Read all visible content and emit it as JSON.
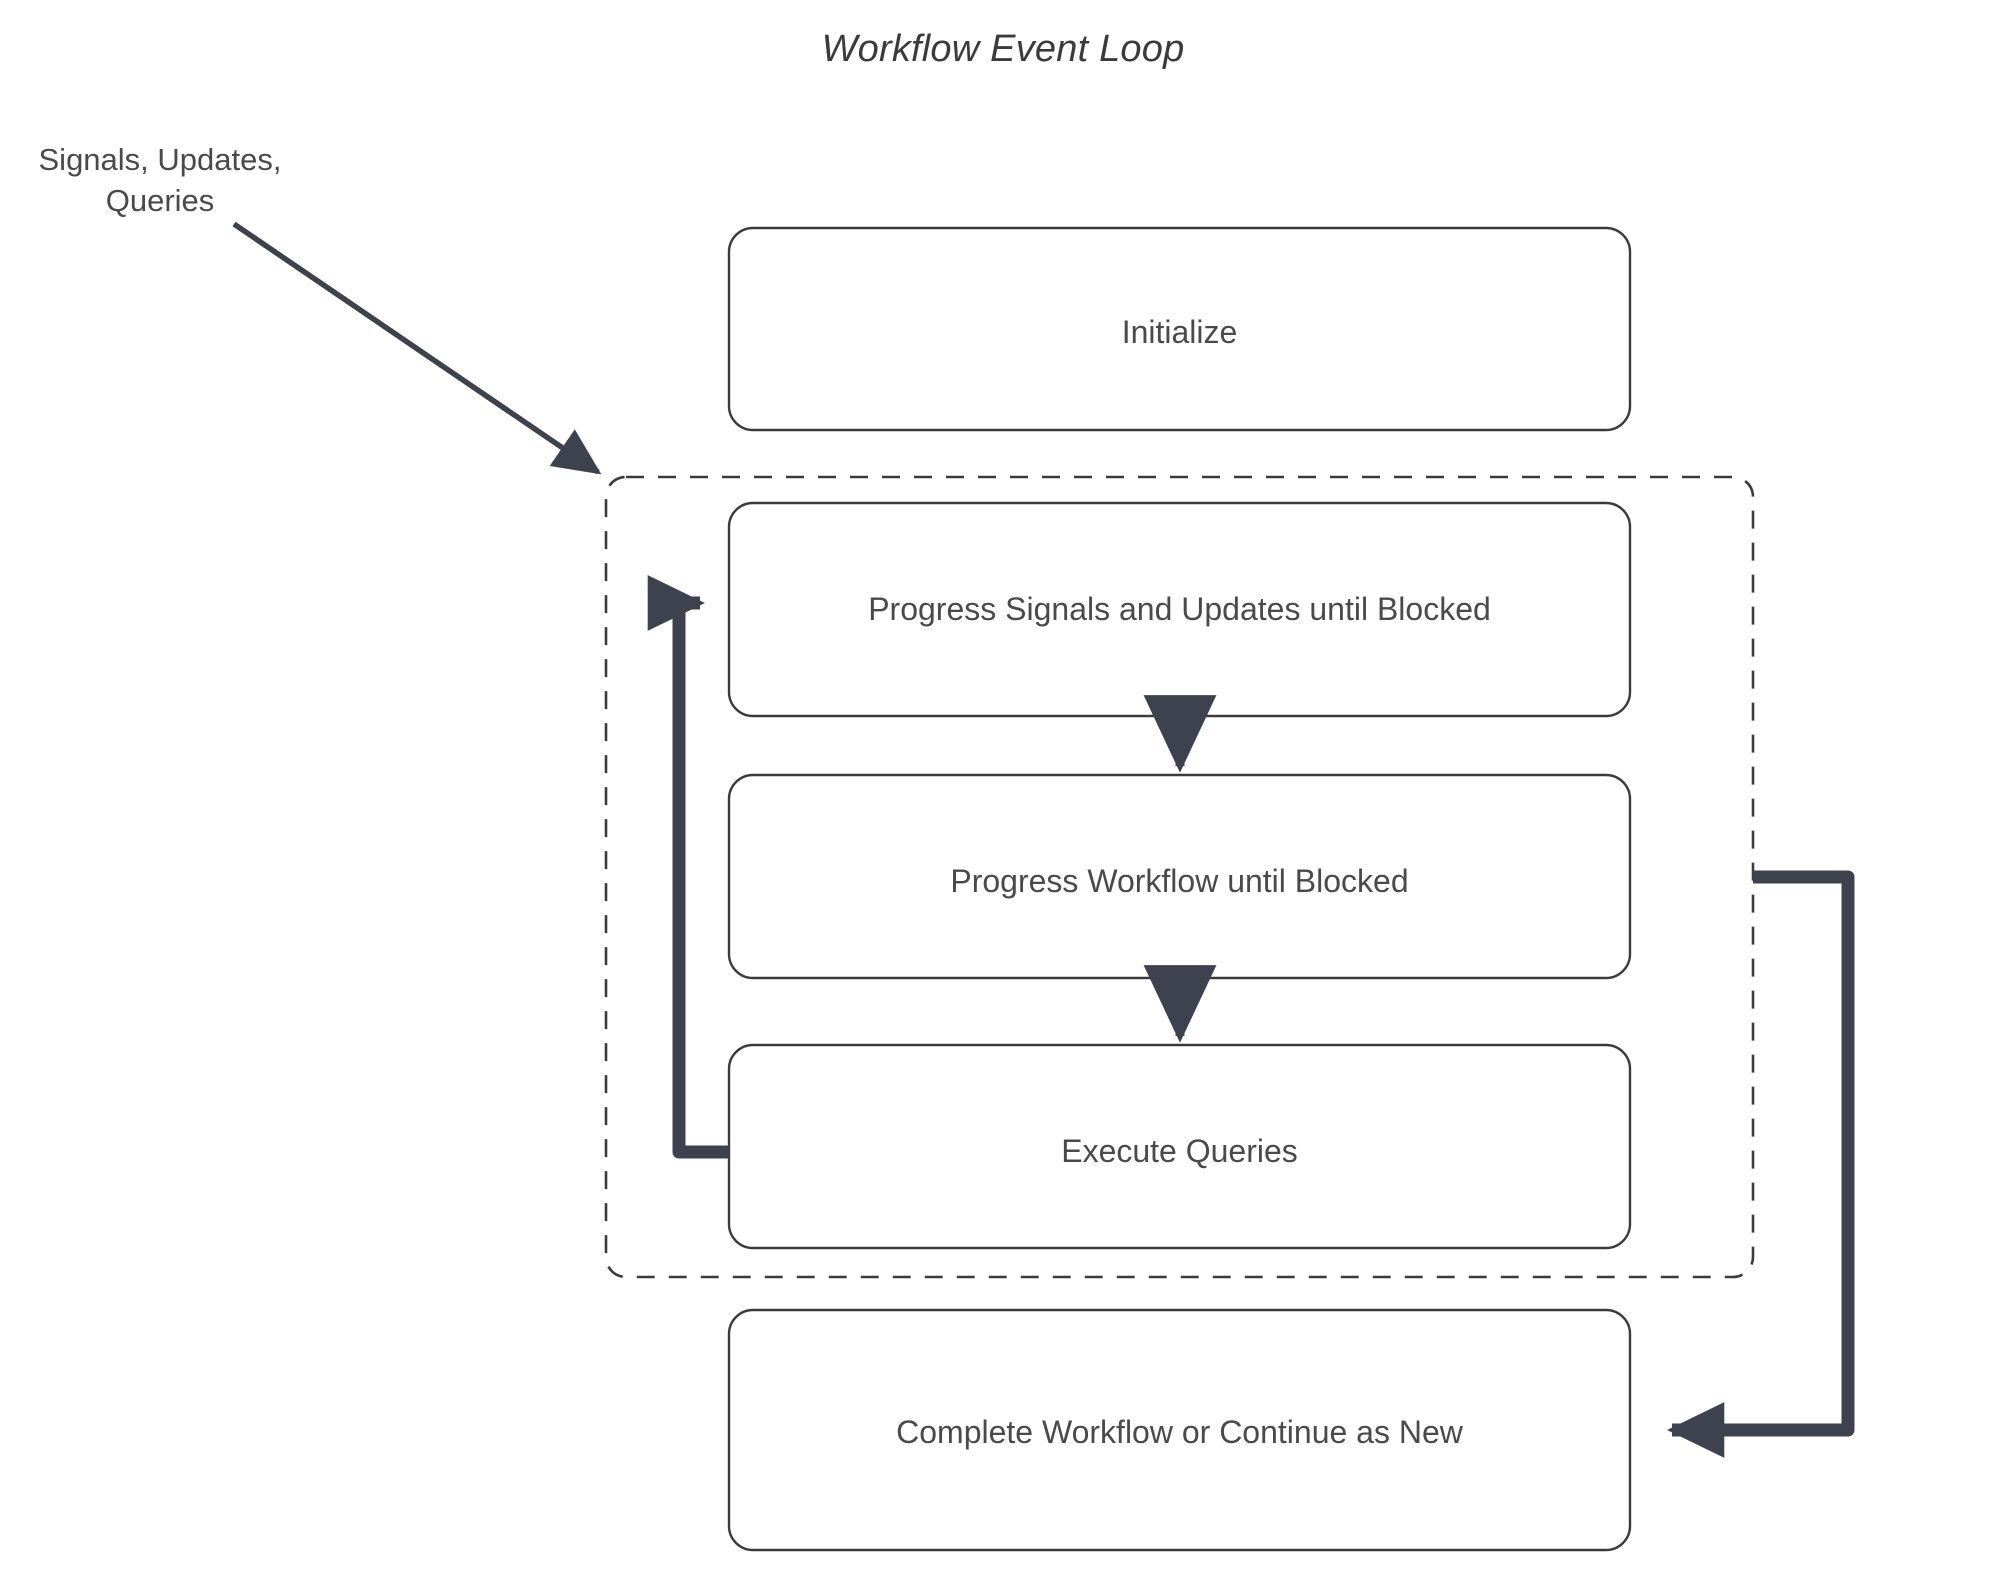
{
  "title": "Workflow Event Loop",
  "colors": {
    "background": "#ffffff",
    "box_stroke": "#3b3b3b",
    "box_fill": "#ffffff",
    "text": "#4a4a4a",
    "title_text": "#3b3b3b",
    "connector": "#3d424e",
    "group_stroke": "#3b3b3b"
  },
  "nodes": {
    "initialize": {
      "label": "Initialize"
    },
    "progress_signals": {
      "label": "Progress Signals and Updates until Blocked"
    },
    "progress_workflow": {
      "label": "Progress Workflow until Blocked"
    },
    "execute_queries": {
      "label": "Execute Queries"
    },
    "complete_workflow": {
      "label": "Complete Workflow or Continue as New"
    }
  },
  "edges": {
    "external_input": {
      "label": "Signals, Updates,\nQueries"
    }
  },
  "group": {
    "name": "event-loop-group",
    "style": "dashed"
  }
}
